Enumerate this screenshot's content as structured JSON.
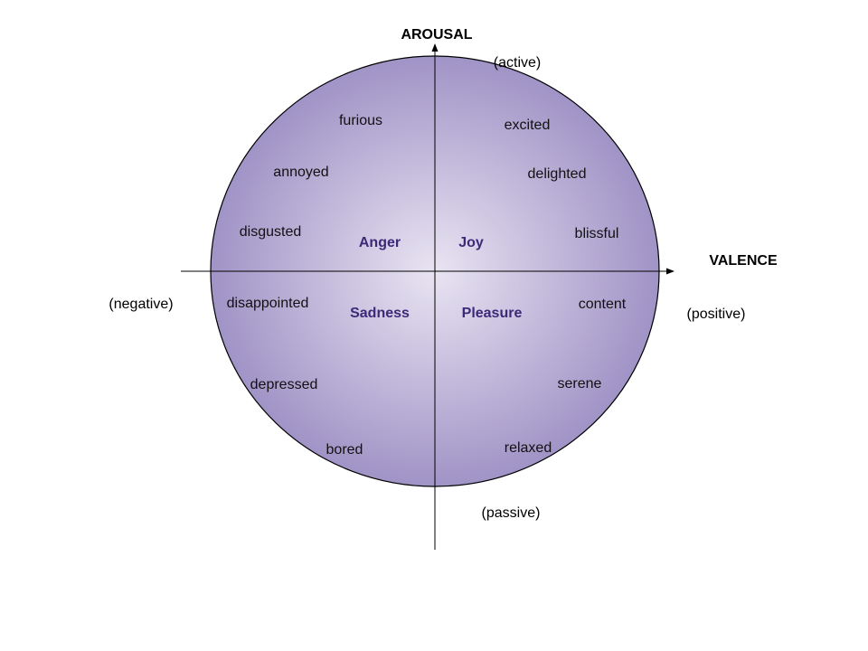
{
  "axes": {
    "vertical_title": "AROUSAL",
    "horizontal_title": "VALENCE",
    "top_pole": "(active)",
    "bottom_pole": "(passive)",
    "left_pole": "(negative)",
    "right_pole": "(positive)"
  },
  "quadrants": {
    "anger": "Anger",
    "joy": "Joy",
    "sadness": "Sadness",
    "pleasure": "Pleasure"
  },
  "emotions": {
    "furious": "furious",
    "annoyed": "annoyed",
    "disgusted": "disgusted",
    "excited": "excited",
    "delighted": "delighted",
    "blissful": "blissful",
    "disappointed": "disappointed",
    "depressed": "depressed",
    "bored": "bored",
    "content": "content",
    "serene": "serene",
    "relaxed": "relaxed"
  },
  "colors": {
    "circle_center": "#e9e4f2",
    "circle_edge": "#a093c6",
    "quadrant_label": "#3c2a78",
    "axis": "#000000"
  }
}
